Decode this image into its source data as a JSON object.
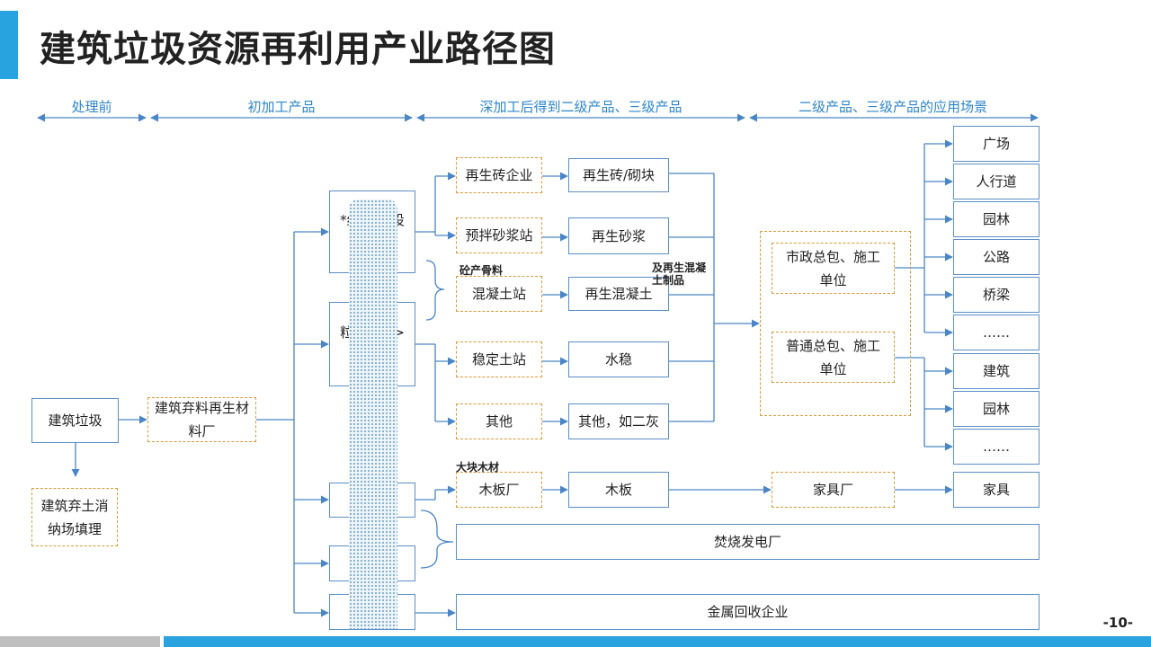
{
  "title": "建筑垃圾资源再利用产业路径图",
  "stages": {
    "s1": "处理前",
    "s2": "初加工产品",
    "s3": "深加工后得到二级产品、三级产品",
    "s4": "二级产品、三级产品的应用场景"
  },
  "nodes": {
    "construction_waste": "建筑垃圾",
    "landfill": "建筑弃土消纳场填理",
    "recycling_plant": "建筑弃料再生材料厂",
    "fine_aggregate": "*细 \\ 骨 设 ≤3 )",
    "coarse_aggregate": "粒 骨 料 > 1",
    "wood_waste": "",
    "plastic": "塑 头",
    "metal_scrap": "再 属",
    "brick_company": "再生砖企业",
    "mortar_station": "预拌砂浆站",
    "concrete_station": "混凝土站",
    "stabilized_soil": "稳定土站",
    "other": "其他",
    "wood_board_factory": "木板厂",
    "recycled_brick": "再生砖/砌块",
    "recycled_mortar": "再生砂浆",
    "recycled_concrete": "再生混凝土",
    "water_stable": "水稳",
    "other_lime": "其他，如二灰",
    "wood_board": "木板",
    "municipal_contractor": "市政总包、施工单位",
    "general_contractor": "普通总包、施工单位",
    "furniture_factory": "家具厂",
    "incineration_plant": "焚烧发电厂",
    "metal_recycling": "金属回收企业",
    "app_square": "广场",
    "app_sidewalk": "人行道",
    "app_garden": "园林",
    "app_road": "公路",
    "app_bridge": "桥梁",
    "app_more1": "……",
    "app_building": "建筑",
    "app_garden2": "园林",
    "app_more2": "……",
    "app_furniture": "家具"
  },
  "notes": {
    "concrete_aggregate": "砼产骨料",
    "concrete_products": "及再生混凝土制品",
    "large_wood": "大块木材"
  },
  "page_number": "-10-",
  "colors": {
    "accent": "#29a3df",
    "stage_text": "#2e86c9",
    "solid_border": "#5b8fc7",
    "dashed_border": "#d99a3a",
    "arrow": "#4a86c5"
  }
}
